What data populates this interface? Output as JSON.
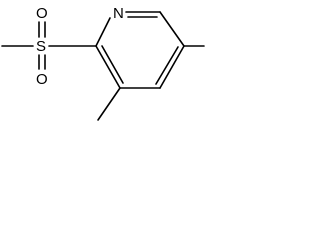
{
  "molecule": {
    "atoms": {
      "nitrogen": "N",
      "sulfur": "S",
      "oxygen_top": "O",
      "oxygen_bottom": "O"
    }
  }
}
